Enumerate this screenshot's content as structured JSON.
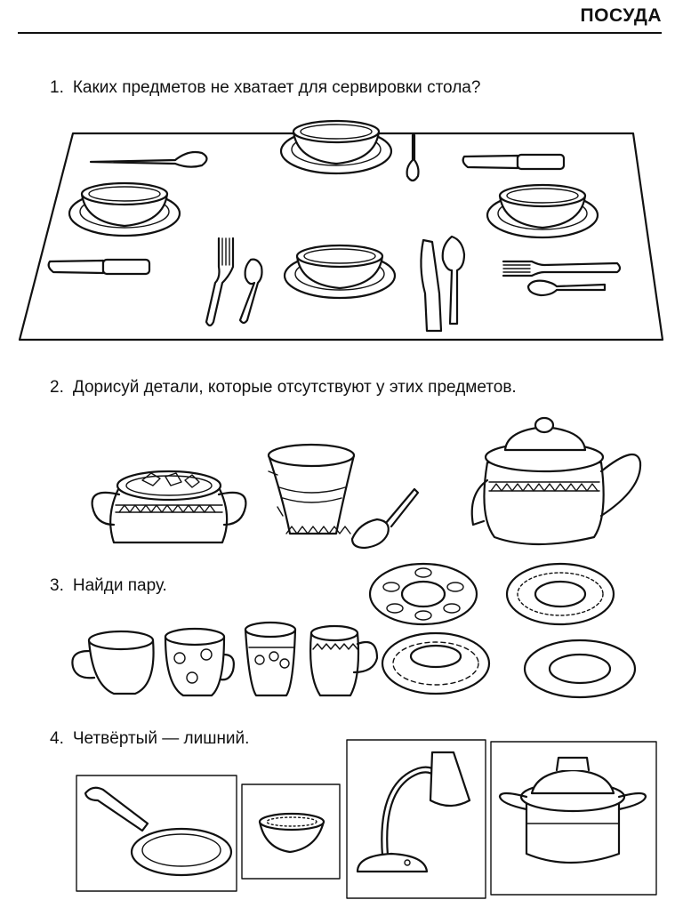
{
  "header": {
    "title": "ПОСУДА"
  },
  "tasks": [
    {
      "number": "1.",
      "text": "Каких предметов не хватает для сервировки стола?"
    },
    {
      "number": "2.",
      "text": "Дорисуй детали, которые отсутствуют у этих предметов."
    },
    {
      "number": "3.",
      "text": "Найди пару."
    },
    {
      "number": "4.",
      "text": "Четвёртый — лишний."
    }
  ]
}
